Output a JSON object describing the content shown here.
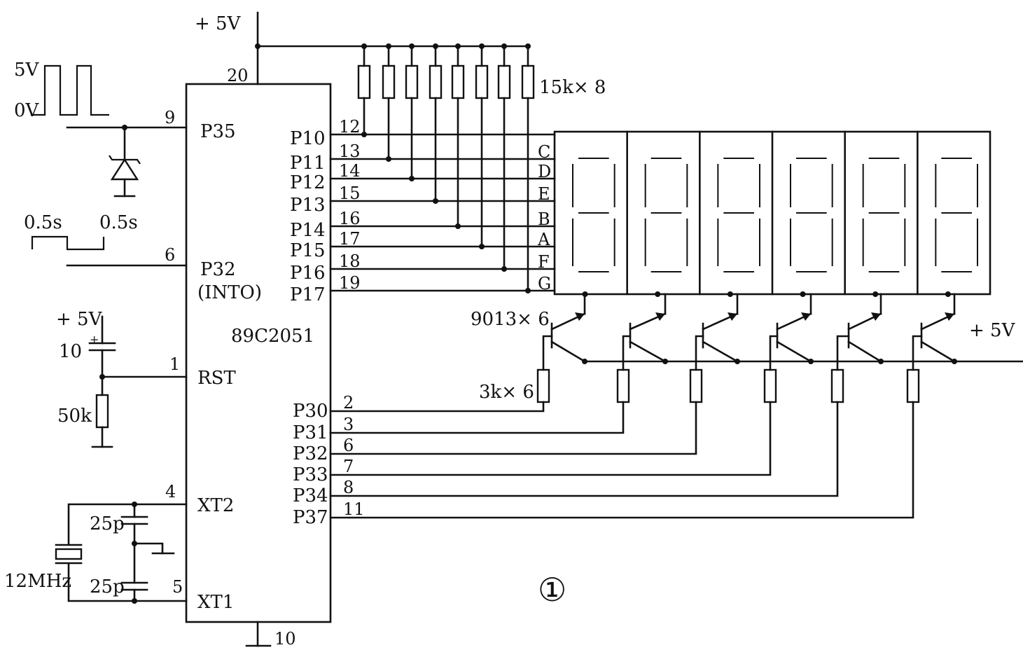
{
  "supply": {
    "top": "+ 5V",
    "right": "+ 5V",
    "rst": "+ 5V"
  },
  "chip": {
    "name": "89C2051",
    "left_pins": [
      {
        "name": "P35",
        "num": "9"
      },
      {
        "name": "P32",
        "num": "6"
      },
      {
        "name": "(INTO)",
        "num": ""
      },
      {
        "name": "RST",
        "num": "1"
      },
      {
        "name": "XT2",
        "num": "4"
      },
      {
        "name": "XT1",
        "num": "5"
      }
    ],
    "vcc_pin": "20",
    "gnd_pin": "10",
    "p1_pins": [
      {
        "name": "P10",
        "num": "12",
        "seg": ""
      },
      {
        "name": "P11",
        "num": "13",
        "seg": "C"
      },
      {
        "name": "P12",
        "num": "14",
        "seg": "D"
      },
      {
        "name": "P13",
        "num": "15",
        "seg": "E"
      },
      {
        "name": "P14",
        "num": "16",
        "seg": "B"
      },
      {
        "name": "P15",
        "num": "17",
        "seg": "A"
      },
      {
        "name": "P16",
        "num": "18",
        "seg": "F"
      },
      {
        "name": "P17",
        "num": "19",
        "seg": "G"
      }
    ],
    "p3_pins": [
      {
        "name": "P30",
        "num": "2"
      },
      {
        "name": "P31",
        "num": "3"
      },
      {
        "name": "P32",
        "num": "6"
      },
      {
        "name": "P33",
        "num": "7"
      },
      {
        "name": "P34",
        "num": "8"
      },
      {
        "name": "P37",
        "num": "11"
      }
    ]
  },
  "components": {
    "pullups": "15k× 8",
    "transistors": "9013× 6",
    "base_resistors": "3k× 6",
    "rst_cap": "10",
    "rst_res": "50k",
    "cap_top": "25p",
    "cap_bot": "25p",
    "crystal": "12MHz"
  },
  "waveforms": {
    "square_high": "5V",
    "square_low": "0V",
    "pulse_left": "0.5s",
    "pulse_right": "0.5s"
  },
  "display": {
    "digits": 6
  },
  "figure_label": "①"
}
